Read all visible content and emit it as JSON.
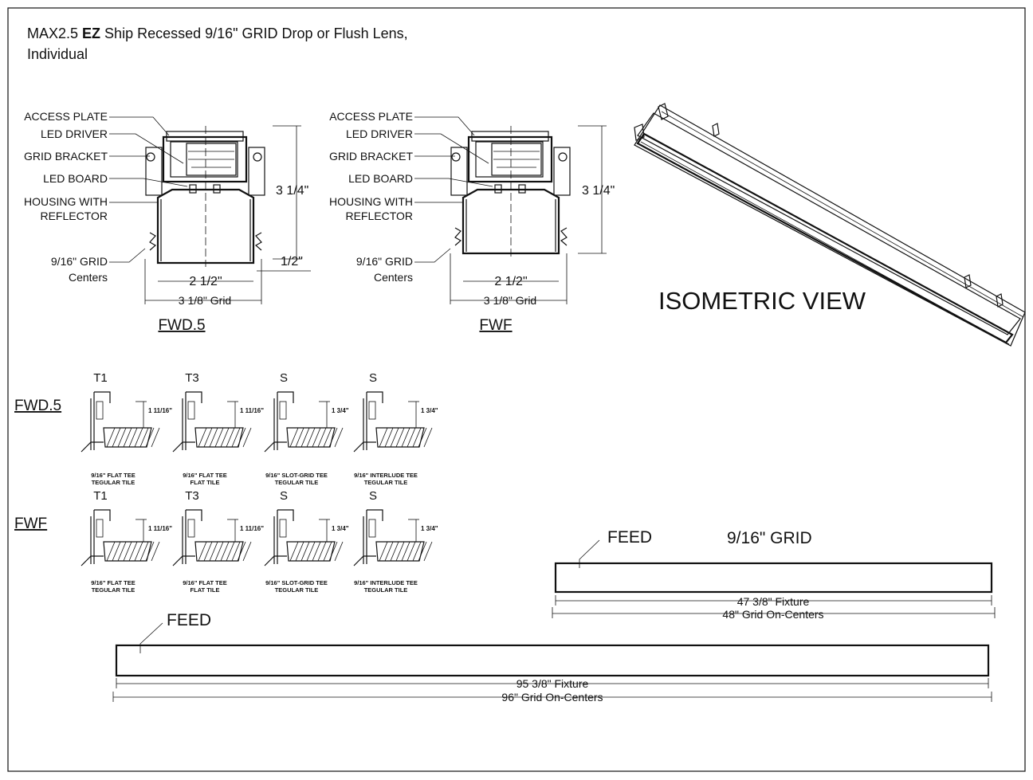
{
  "title": {
    "line1_prefix": "MAX2.5 ",
    "line1_bold": "EZ",
    "line1_suffix": " Ship Recessed 9/16\" GRID Drop or Flush Lens,",
    "line2": "Individual"
  },
  "sections": [
    {
      "label": "FWD.5",
      "callouts": [
        "ACCESS PLATE",
        "LED DRIVER",
        "GRID BRACKET",
        "LED BOARD",
        "HOUSING WITH",
        "REFLECTOR",
        "9/16\" GRID",
        "Centers"
      ],
      "dims": {
        "height": "3 1/4\"",
        "drop": "1/2\"",
        "inner_width": "2 1/2\"",
        "grid_width": "3 1/8\" Grid"
      }
    },
    {
      "label": "FWF",
      "callouts": [
        "ACCESS PLATE",
        "LED DRIVER",
        "GRID BRACKET",
        "LED BOARD",
        "HOUSING WITH",
        "REFLECTOR",
        "9/16\" GRID",
        "Centers"
      ],
      "dims": {
        "height": "3 1/4\"",
        "inner_width": "2 1/2\"",
        "grid_width": "3 1/8\" Grid"
      }
    }
  ],
  "isometric_label": "ISOMETRIC VIEW",
  "detail_rows": [
    {
      "label": "FWD.5",
      "items": [
        {
          "type": "T1",
          "dim": "1 11/16\"",
          "cap1": "9/16\" FLAT TEE",
          "cap2": "TEGULAR TILE"
        },
        {
          "type": "T3",
          "dim": "1 11/16\"",
          "cap1": "9/16\" FLAT TEE",
          "cap2": "FLAT TILE"
        },
        {
          "type": "S",
          "dim": "1 3/4\"",
          "cap1": "9/16\" SLOT-GRID TEE",
          "cap2": "TEGULAR TILE"
        },
        {
          "type": "S",
          "dim": "1 3/4\"",
          "cap1": "9/16\" INTERLUDE TEE",
          "cap2": "TEGULAR TILE"
        }
      ]
    },
    {
      "label": "FWF",
      "items": [
        {
          "type": "T1",
          "dim": "1 11/16\"",
          "cap1": "9/16\" FLAT TEE",
          "cap2": "TEGULAR TILE"
        },
        {
          "type": "T3",
          "dim": "1 11/16\"",
          "cap1": "9/16\" FLAT TEE",
          "cap2": "FLAT TILE"
        },
        {
          "type": "S",
          "dim": "1 3/4\"",
          "cap1": "9/16\" SLOT-GRID TEE",
          "cap2": "TEGULAR TILE"
        },
        {
          "type": "S",
          "dim": "1 3/4\"",
          "cap1": "9/16\" INTERLUDE TEE",
          "cap2": "TEGULAR TILE"
        }
      ]
    }
  ],
  "plan_4ft": {
    "feed": "FEED",
    "grid": "9/16\" GRID",
    "fixture": "47 3/8\" Fixture",
    "centers": "48\" Grid On-Centers"
  },
  "plan_8ft": {
    "feed": "FEED",
    "fixture": "95 3/8\" Fixture",
    "centers": "96\" Grid On-Centers"
  }
}
